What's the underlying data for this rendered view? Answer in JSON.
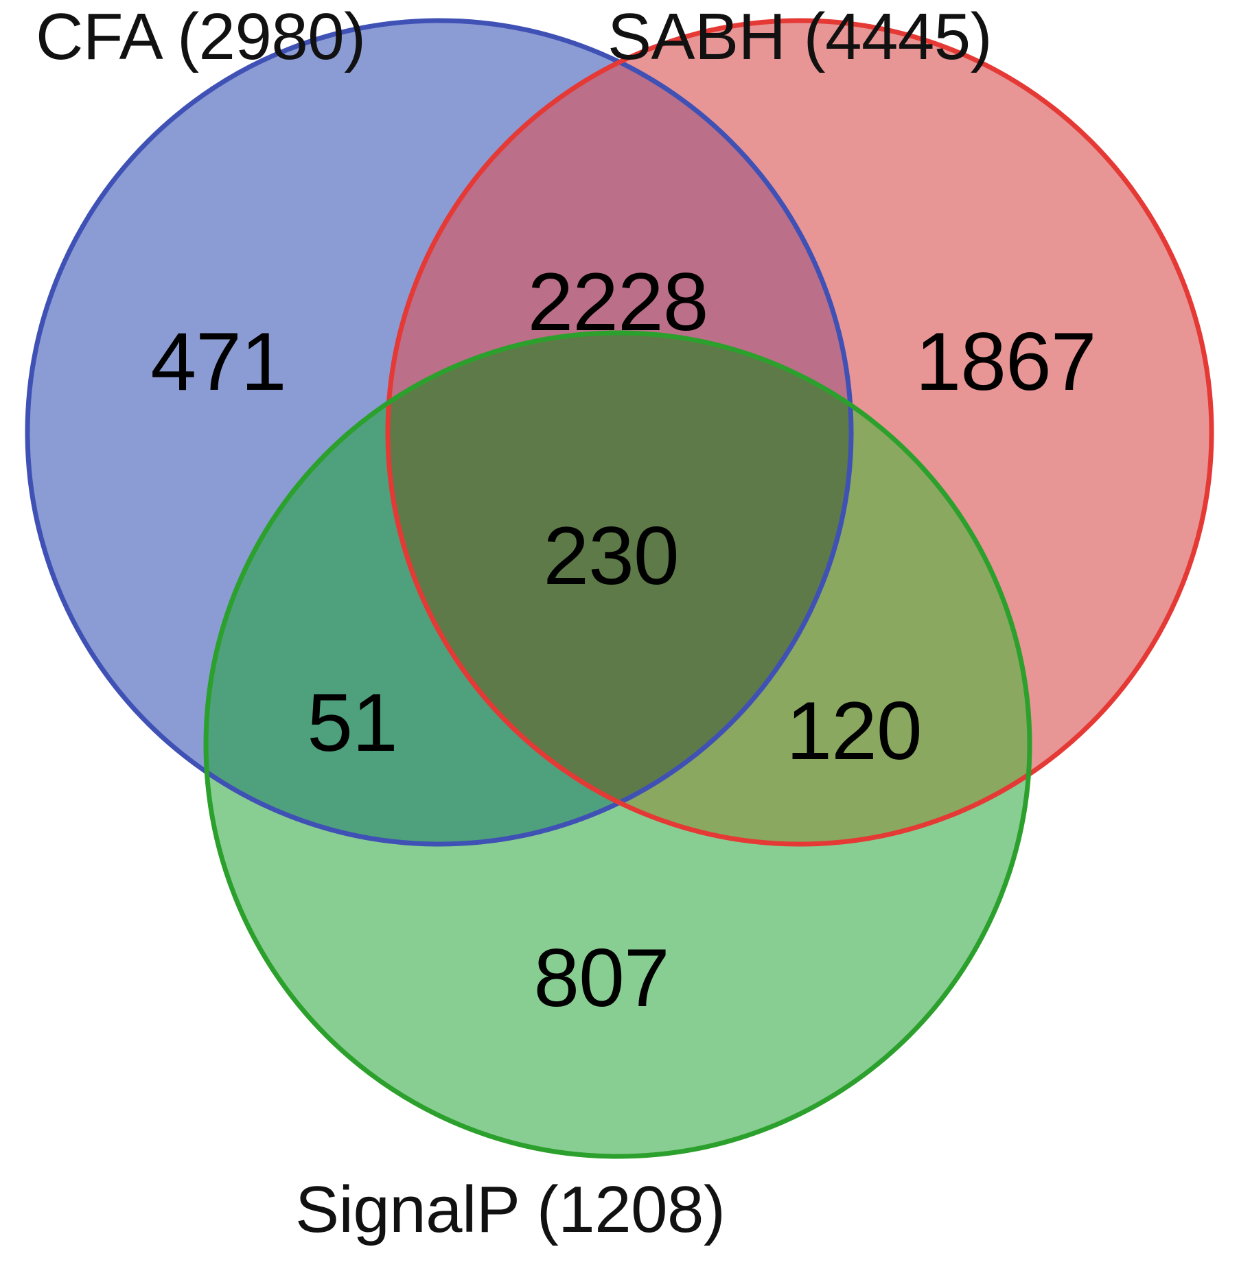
{
  "figure": {
    "type": "venn-diagram-3-set",
    "background_color": "#ffffff"
  },
  "chart_data": {
    "type": "venn",
    "title": "",
    "sets": [
      {
        "key": "CFA",
        "name": "CFA",
        "total": 2980,
        "label": "CFA (2980)",
        "fill_color": "#8b9bd4",
        "stroke_color": "#3f51b5",
        "position": "top-left"
      },
      {
        "key": "SABH",
        "name": "SABH",
        "total": 4445,
        "label": "SABH (4445)",
        "fill_color": "#e89595",
        "stroke_color": "#e53935",
        "position": "top-right"
      },
      {
        "key": "SignalP",
        "name": "SignalP",
        "total": 1208,
        "label": "SignalP (1208)",
        "fill_color": "#88ce92",
        "stroke_color": "#2ca02c",
        "position": "bottom"
      }
    ],
    "regions": [
      {
        "id": "cfa-only",
        "sets": [
          "CFA"
        ],
        "value": 471,
        "label": "471",
        "fill_color": "#8b9bd4"
      },
      {
        "id": "sabh-only",
        "sets": [
          "SABH"
        ],
        "value": 1867,
        "label": "1867",
        "fill_color": "#e89595"
      },
      {
        "id": "signalp-only",
        "sets": [
          "SignalP"
        ],
        "value": 807,
        "label": "807",
        "fill_color": "#88ce92"
      },
      {
        "id": "cfa-sabh",
        "sets": [
          "CFA",
          "SABH"
        ],
        "value": 2228,
        "label": "2228",
        "fill_color": "#bc6f89"
      },
      {
        "id": "cfa-signalp",
        "sets": [
          "CFA",
          "SignalP"
        ],
        "value": 51,
        "label": "51",
        "fill_color": "#4fa07c"
      },
      {
        "id": "sabh-signalp",
        "sets": [
          "SABH",
          "SignalP"
        ],
        "value": 120,
        "label": "120",
        "fill_color": "#8aa85f"
      },
      {
        "id": "cfa-sabh-signalp",
        "sets": [
          "CFA",
          "SABH",
          "SignalP"
        ],
        "value": 230,
        "label": "230",
        "fill_color": "#5f7a49"
      }
    ],
    "legend": "labels-outside",
    "grid": false
  },
  "labels": {
    "cfa": "CFA (2980)",
    "sabh": "SABH (4445)",
    "signalp": "SignalP (1208)"
  },
  "counts": {
    "cfa_only": "471",
    "sabh_only": "1867",
    "signalp_only": "807",
    "cfa_sabh": "2228",
    "cfa_signalp": "51",
    "sabh_signalp": "120",
    "all_three": "230"
  }
}
